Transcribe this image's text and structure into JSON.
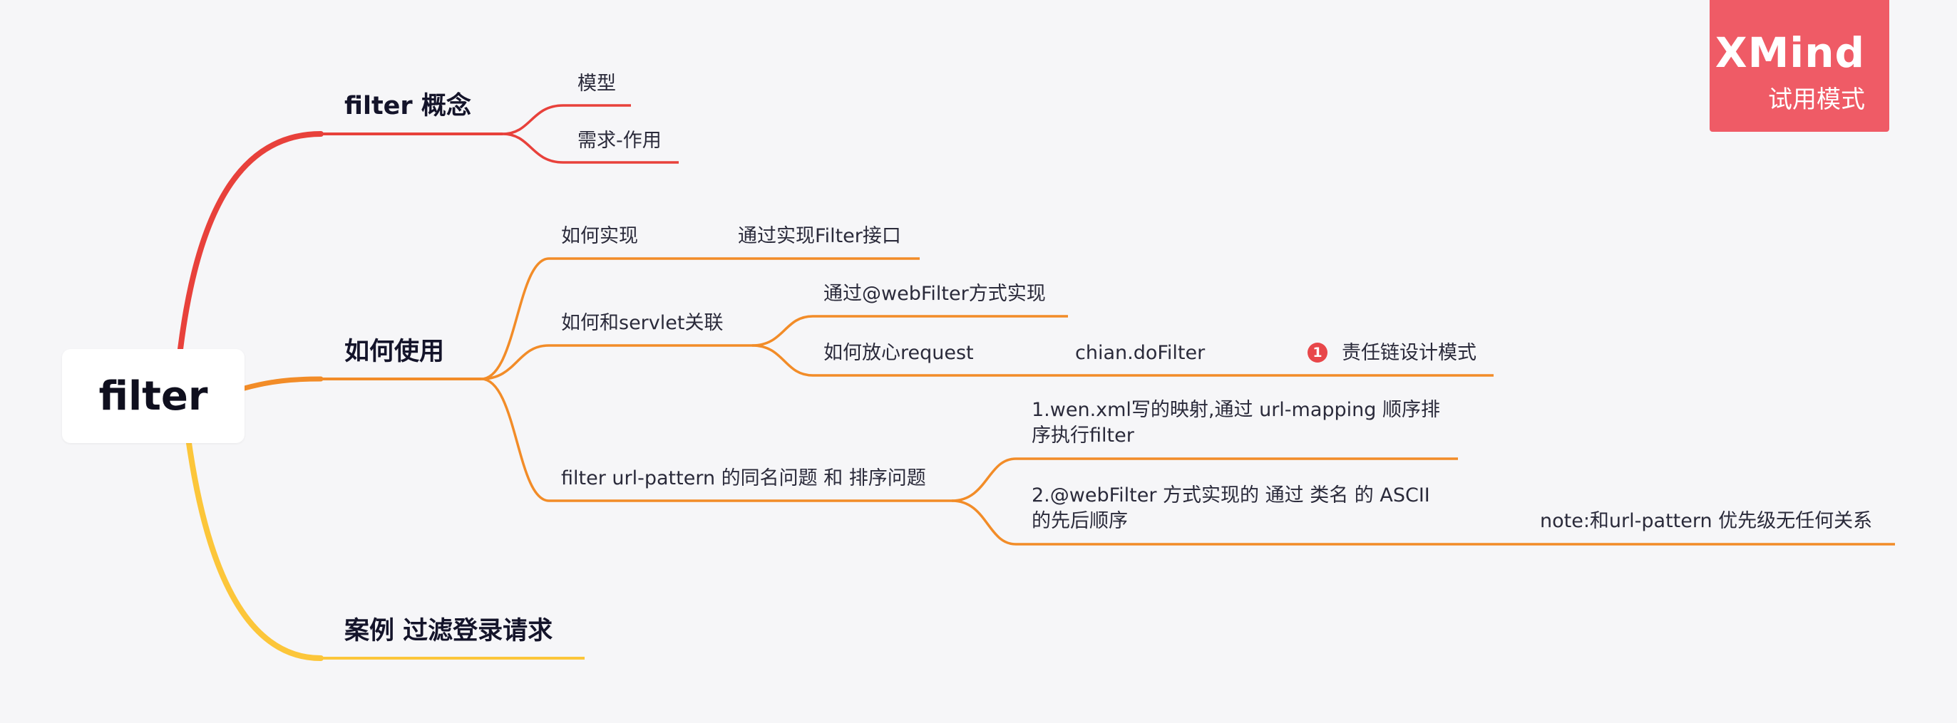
{
  "root": {
    "label": "filter"
  },
  "watermark": {
    "brand": "XMind",
    "mode": "试用模式"
  },
  "branches": [
    {
      "label": "filter 概念",
      "color": "#e8413b",
      "children": [
        {
          "label": "模型"
        },
        {
          "label": "需求-作用"
        }
      ]
    },
    {
      "label": "如何使用",
      "color": "#f28c28",
      "children": [
        {
          "label": "如何实现",
          "children": [
            {
              "label": "通过实现Filter接口"
            }
          ]
        },
        {
          "label": "如何和servlet关联",
          "children": [
            {
              "label": "通过@webFilter方式实现"
            },
            {
              "label": "如何放心request",
              "children": [
                {
                  "label": "chian.doFilter",
                  "children": [
                    {
                      "label": "责任链设计模式",
                      "marker": "1"
                    }
                  ]
                }
              ]
            }
          ]
        },
        {
          "label": "filter url-pattern 的同名问题 和 排序问题",
          "children": [
            {
              "label": "1.wen.xml写的映射,通过 url-mapping 顺序排序执行filter"
            },
            {
              "label": "2.@webFilter 方式实现的 通过 类名 的 ASCII 的先后顺序",
              "children": [
                {
                  "label": "note:和url-pattern 优先级无任何关系"
                }
              ]
            }
          ]
        }
      ]
    },
    {
      "label": "案例 过滤登录请求",
      "color": "#fcc63a",
      "children": []
    }
  ]
}
